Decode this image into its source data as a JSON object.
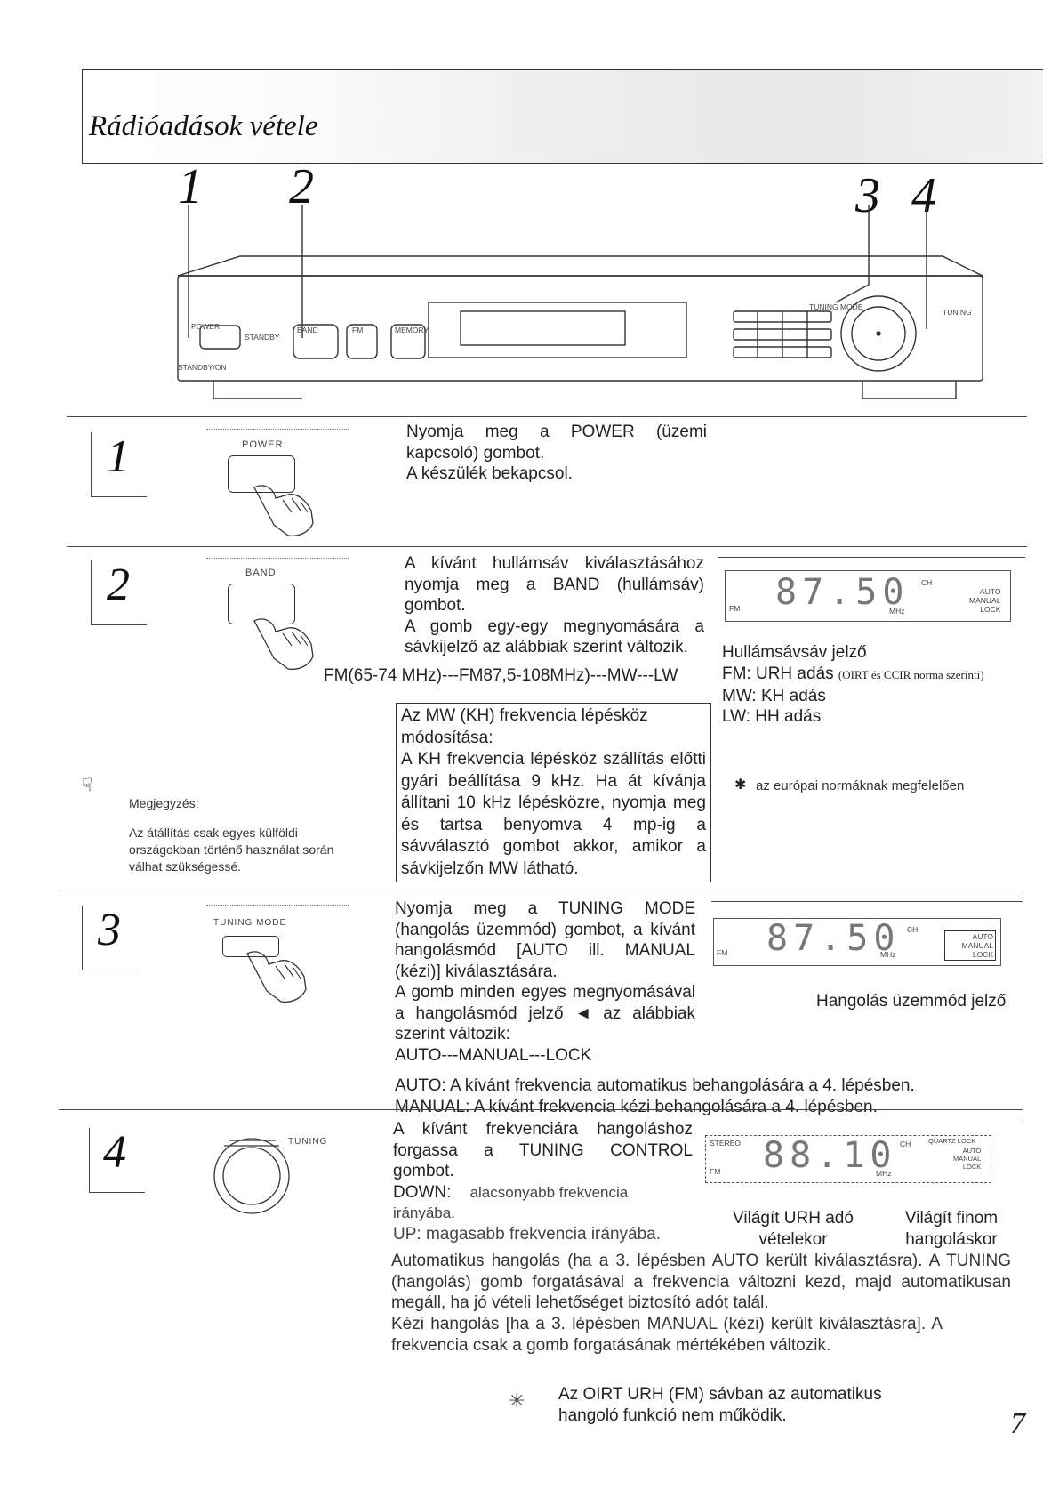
{
  "header": {
    "title": "Rádióadások vétele"
  },
  "callouts": [
    "1",
    "2",
    "3",
    "4"
  ],
  "device": {
    "labels": {
      "power": "POWER",
      "standby": "STANDBY",
      "standby_on": "STANDBY/ON",
      "band": "BAND",
      "fm": "FM",
      "memory": "MEMORY",
      "tuning_mode": "TUNING MODE",
      "tuning": "TUNING"
    }
  },
  "steps": [
    {
      "num": "1",
      "button_label": "POWER",
      "text": [
        "Nyomja meg a POWER (üzemi kapcsoló) gombot.",
        "A készülék bekapcsol."
      ]
    },
    {
      "num": "2",
      "button_label": "BAND",
      "text": [
        "A kívánt hullámsáv kiválasztásához nyomja meg a BAND (hullámsáv) gombot.",
        "A gomb egy-egy megnyomására a sávkijelző az alábbiak szerint változik."
      ],
      "band_sequence": "FM(65-74 MHz)---FM87,5-108MHz)---MW---LW",
      "display": {
        "digits": "87.50",
        "unit": "MHz",
        "fm": "FM",
        "ch": "CH",
        "modes": [
          "AUTO",
          "MANUAL",
          "LOCK"
        ]
      },
      "indicator_caption": "Hullámsávsáv jelző",
      "bands": [
        {
          "text": "FM: URH adás",
          "note": "(OIRT és CCIR norma szerinti)"
        },
        {
          "text": "MW: KH adás"
        },
        {
          "text": "LW: HH adás"
        }
      ],
      "mw_box": {
        "title": "Az MW (KH) frekvencia lépésköz módosítása:",
        "body": "A KH frekvencia lépésköz szállítás előtti gyári beállítása 9 kHz. Ha át kívánja állítani 10 kHz lépésközre, nyomja meg és tartsa benyomva 4 mp-ig a sávválasztó gombot akkor, amikor a sávkijelzőn MW látható."
      },
      "note": {
        "title": "Megjegyzés:",
        "body": "Az átállítás csak egyes külföldi országokban történő használat során válhat szükségessé."
      },
      "european_note": "az európai normáknak megfelelően"
    },
    {
      "num": "3",
      "button_label": "TUNING MODE",
      "text": [
        "Nyomja meg a TUNING MODE (hangolás üzemmód) gombot, a kívánt hangolásmód [AUTO ill. MANUAL (kézi)] kiválasztására.",
        "A gomb minden egyes megnyomásával a hangolásmód jelző ◄ az alábbiak szerint változik:"
      ],
      "sequence": "AUTO---MANUAL---LOCK",
      "auto_line": "AUTO: A kívánt frekvencia automatikus behangolására a 4. lépésben.",
      "manual_line": "MANUAL: A kívánt frekvencia kézi behangolására a 4. lépésben.",
      "display": {
        "digits": "87.50",
        "unit": "MHz",
        "fm": "FM",
        "ch": "CH",
        "modes": [
          "AUTO",
          "MANUAL",
          "LOCK"
        ]
      },
      "indicator_caption": "Hangolás üzemmód jelző"
    },
    {
      "num": "4",
      "button_label": "TUNING",
      "text": [
        "A kívánt frekvenciára hangoláshoz forgassa a TUNING CONTROL gombot."
      ],
      "down_label": "DOWN:",
      "down_text": "alacsonyabb frekvencia irányába.",
      "up_line": "UP: magasabb frekvencia irányába.",
      "display": {
        "digits": "88.10",
        "unit": "MHz",
        "stereo": "STEREO",
        "fm": "FM",
        "ch": "CH",
        "quartz": "QUARTZ LOCK",
        "modes": [
          "AUTO",
          "MANUAL",
          "LOCK"
        ]
      },
      "caption_left": [
        "Világít URH adó",
        "vételekor"
      ],
      "caption_right": [
        "Világít finom",
        "hangoláskor"
      ],
      "auto_para": "Automatikus hangolás (ha a 3. lépésben AUTO került kiválasztásra). A TUNING (hangolás) gomb forgatásával a frekvencia változni kezd, majd automatikusan megáll, ha jó vételi lehetőséget biztosító adót talál.",
      "manual_para": "Kézi hangolás [ha a 3. lépésben MANUAL (kézi) került kiválasztásra]. A frekvencia csak a gomb forgatásának mértékében változik."
    }
  ],
  "footnote": "Az OIRT URH (FM) sávban az automatikus hangoló funkció nem működik.",
  "page_number": "7"
}
